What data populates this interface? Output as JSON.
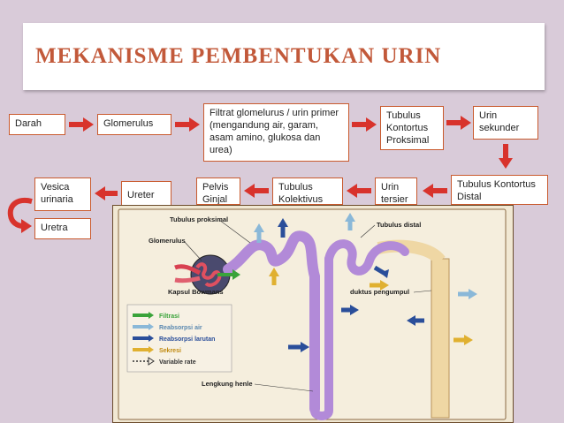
{
  "title": "MEKANISME PEMBENTUKAN URIN",
  "flow": {
    "darah": "Darah",
    "glomerulus": "Glomerulus",
    "filtrat": "Filtrat glomelurus / urin primer (mengandung air, garam, asam amino, glukosa dan urea)",
    "tubulus_proksimal": "Tubulus Kontortus Proksimal",
    "urin_sekunder": "Urin sekunder",
    "tubulus_distal": "Tubulus Kontortus Distal",
    "urin_tersier": "Urin tersier",
    "tubulus_kolektivus": "Tubulus Kolektivus",
    "pelvis": "Pelvis Ginjal",
    "ureter": "Ureter",
    "vesica": "Vesica urinaria",
    "uretra": "Uretra"
  },
  "diagram": {
    "labels": {
      "tubulus_proksimal": "Tubulus proksimal",
      "glomerulus": "Glomerulus",
      "kapsul": "Kapsul Bowmans",
      "tubulus_distal": "Tubulus distal",
      "duktus": "duktus pengumpul",
      "lengkung": "Lengkung henle"
    },
    "legend": [
      {
        "label": "Filtrasi",
        "color": "#3aa33a"
      },
      {
        "label": "Reabsorpsi air",
        "color": "#8ab8d8"
      },
      {
        "label": "Reabsorpsi larutan",
        "color": "#2a4e9a"
      },
      {
        "label": "Sekresi",
        "color": "#e0b030"
      },
      {
        "label": "Variable rate",
        "color": "#333333"
      }
    ]
  },
  "colors": {
    "accent": "#c2593a",
    "border": "#c95a2e",
    "arrow": "#d8332c",
    "background": "#d9cbd9"
  }
}
